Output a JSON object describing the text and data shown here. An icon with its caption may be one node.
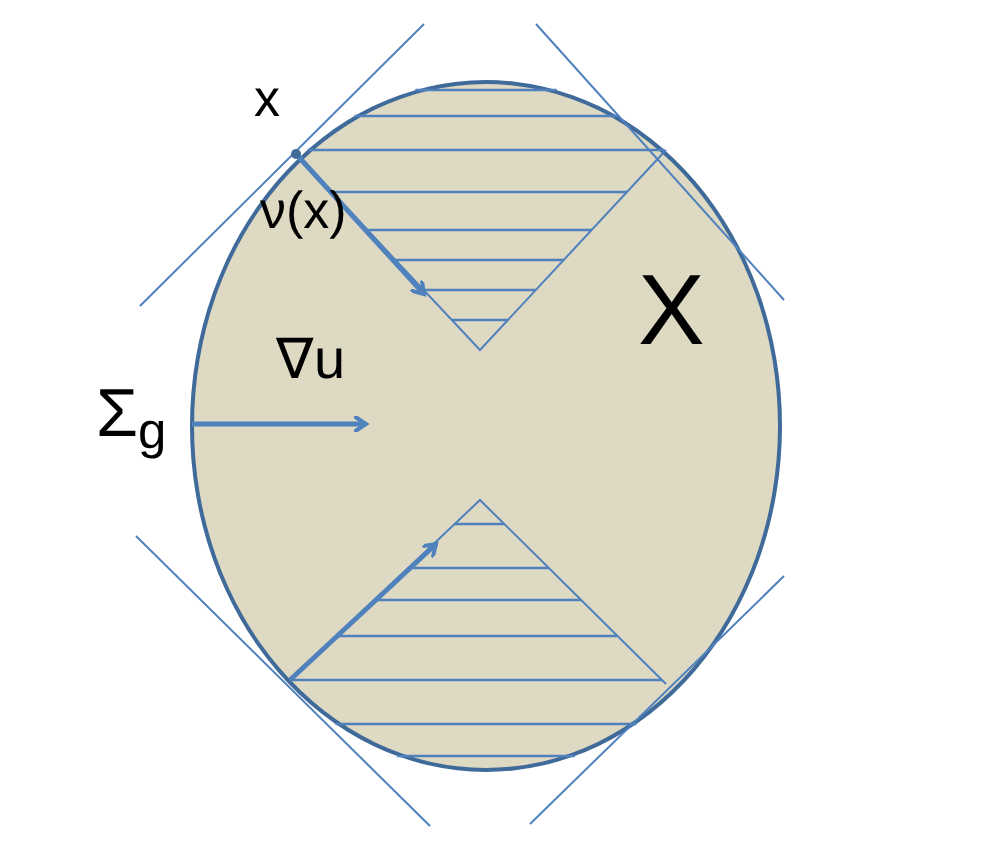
{
  "diagram": {
    "nodes": [
      {
        "text": [
          "X"
        ]
      }
    ],
    "labels": [
      "x",
      "ν(x)",
      "∇u",
      "Σ$_{g}$"
    ]
  }
}
